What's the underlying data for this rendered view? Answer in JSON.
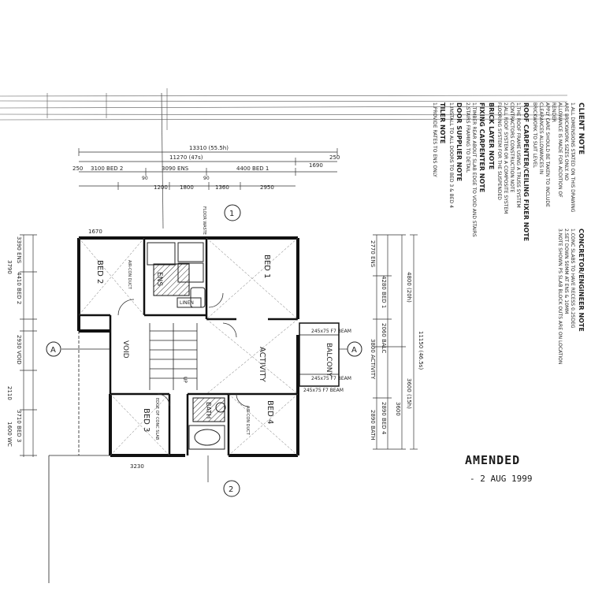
{
  "stamp": {
    "word": "AMENDED",
    "date": "- 2 AUG 1999"
  },
  "dimensions": {
    "top_overall": "13310 (55.5h)",
    "top_second": "11270 (47s)",
    "top_right_a": "1690",
    "top_right_b": "250",
    "top_left_small": "250",
    "top_row": [
      "3100 BED 2",
      "3090 ENS",
      "4400 BED 1"
    ],
    "top_row_small": [
      "90",
      "90"
    ],
    "top_row3": [
      "1200",
      "1800",
      "1360",
      "2950"
    ],
    "mid_left": "1670",
    "left_col": [
      "3390 ENS",
      "4410 BED 2",
      "3790",
      "2930 VOID",
      "2110",
      "3710 BED 3",
      "1600 WC"
    ],
    "right_col": [
      "4280 BED 1",
      "2770 ENS",
      "2060 BALC",
      "3800 ACTIVITY",
      "2890 BED 4",
      "3600",
      "2890 BATH"
    ],
    "right_outer": "11150 (46.5s)",
    "right_outer2": "4800 (20h)",
    "right_outer3": "3600 (15h)",
    "bottom": "3230"
  },
  "rooms": {
    "bed1": "BED 1",
    "bed2": "BED 2",
    "bed3": "BED 3",
    "bed4": "BED 4",
    "ens": "ENS",
    "void": "VOID",
    "activity": "ACTIVITY",
    "balcony": "BALCONY",
    "bath": "BATH",
    "linen": "LINEN"
  },
  "beams": {
    "b1": "245x75 F7 BEAM",
    "b2": "245x75 F7 BEAM",
    "b3": "245x75 F7 BEAM"
  },
  "sections": {
    "a_left": "A",
    "a_right": "A",
    "mark_top": "1",
    "mark_bottom": "2"
  },
  "notes": {
    "client": "CLIENT NOTE",
    "client_lines": [
      "1.ALL DIMENSIONS STATED ON THIS DRAWING",
      "ARE BRICKWORK SIZES ONLY. NO",
      "ALLOWANCE IS MADE FOR ADDITION OF",
      "RENDER",
      "APPLY CARE SHOULD BE TAKEN TO INCLUDE",
      "CLEARANCES ALLOWANCES IN",
      "BRICKWORK TO SUIT LEVEL"
    ],
    "frame": "ROOF CARPENTER/CEILING FIXER NOTE",
    "frame_lines": [
      "1.THE ROOF FRAME USING A TRUSS SYSTEM",
      "CONTRACTORS CONSTRUCTION NOTE",
      "2.ALL ROOF SYSTEM OR A COMPOSITE SYSTEM",
      "FLOORING SYSTEM FOR THE SUSPENDED"
    ],
    "bricklayer": "BRICK LAYER NOTE",
    "fixing": "FIXING CARPENTER NOTE",
    "fixing_lines": [
      "1.TIMBER REAR ABOUT SLAB EDGE TO VOID AND STAIRS",
      "2.STAIRS FRAMING TO DETAIL"
    ],
    "door": "DOOR SUPPLIER NOTE",
    "door_lines": [
      "1.INSTALL TO ALL DOORS TO BED 3 & BED 4"
    ],
    "tiler": "TILER NOTE",
    "tiler_lines": [
      "1.PROVIDE RATES TO ENS ONLY"
    ],
    "concrete": "CONCRETOR/ENGINEER NOTE",
    "concrete_lines": [
      "1.CONC SLABS TO HAVE RECESS 0.25DEG",
      "2.SET DOWN 50MM AT ENS & 10MM",
      "3.NOTE SHOWN PS SLAB BLOCK OUTS ARE ON LOCATION"
    ]
  },
  "misc": {
    "window_note": "FLOOR WASTE",
    "stair_note": "UP",
    "ac_duct": "AIR-CON DUCT",
    "conc_edge": "EDGE OF CONC SLAB"
  }
}
